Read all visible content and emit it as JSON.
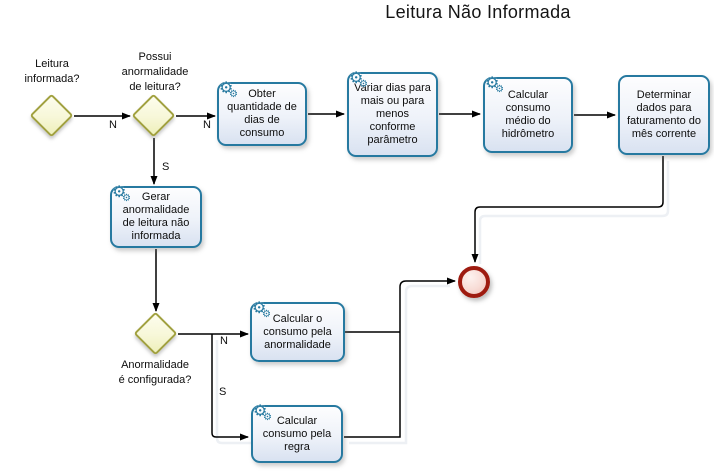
{
  "title": "Leitura Não Informada",
  "colors": {
    "task_border": "#2679a0",
    "task_fill_bottom": "#d9e2f1",
    "gateway_border": "#a1a13f",
    "gateway_fill": "#f5f5cd",
    "end_event_border": "#9e1b10",
    "end_event_fill": "#f8dcd6",
    "connector": "#000000",
    "icon_accent": "#2679a0"
  },
  "icons": {
    "gear_glyph": "⚙"
  },
  "nodes": {
    "gateway_leitura": {
      "label": "Leitura\ninformada?"
    },
    "gateway_possui": {
      "label": "Possui\nanormalidade\nde leitura?"
    },
    "gateway_configurada": {
      "label": "Anormalidade\né configurada?"
    },
    "task_obter": {
      "label": "Obter\nquantidade de\ndias de\nconsumo"
    },
    "task_variar": {
      "label": "Variar dias para\nmais ou para\nmenos\nconforme\nparâmetro"
    },
    "task_calcular_medio": {
      "label": "Calcular\nconsumo\nmédio do\nhidrômetro"
    },
    "task_determinar": {
      "label": "Determinar\ndados para\nfaturamento do\nmês corrente"
    },
    "task_gerar_anormalidade": {
      "label": "Gerar\nanormalidade\nde leitura não\ninformada"
    },
    "task_calcular_anormalidade": {
      "label": "Calcular o\nconsumo pela\nanormalidade"
    },
    "task_calcular_regra": {
      "label": "Calcular\nconsumo pela\nregra"
    }
  },
  "edge_labels": {
    "leitura_nao": "N",
    "possui_nao": "N",
    "possui_sim": "S",
    "configurada_nao": "N",
    "configurada_sim": "S"
  }
}
